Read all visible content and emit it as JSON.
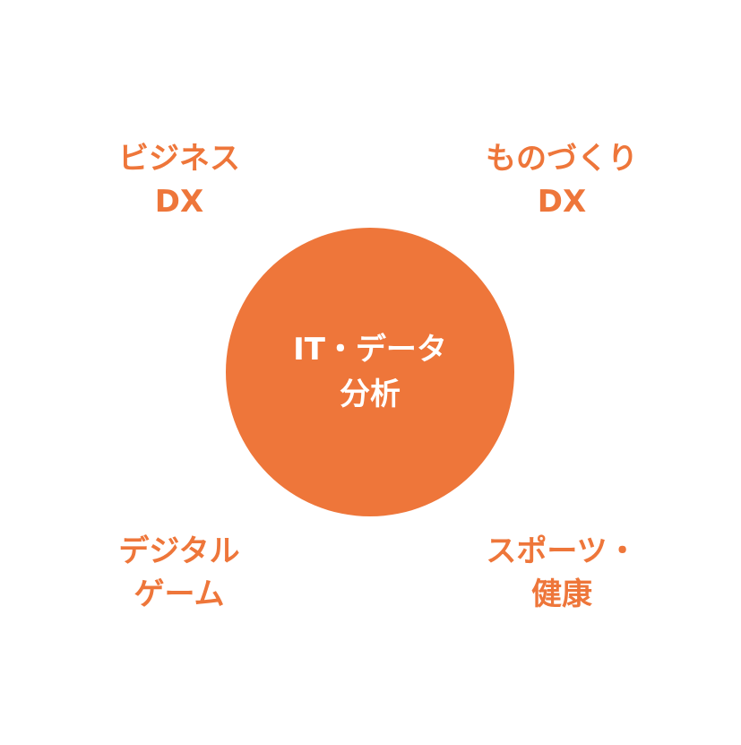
{
  "center": {
    "line1": "IT・データ",
    "line2": "分析"
  },
  "topics": [
    {
      "line1": "ビジネス",
      "line2": "DX"
    },
    {
      "line1": "ものづくり",
      "line2": "DX"
    },
    {
      "line1": "デジタル",
      "line2": "ゲーム"
    },
    {
      "line1": "スポーツ・",
      "line2": "健康"
    }
  ],
  "colors": {
    "accent": "#EE763A"
  }
}
